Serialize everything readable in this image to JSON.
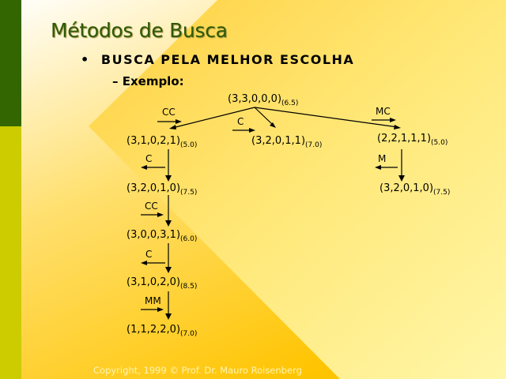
{
  "slide": {
    "title": "Métodos de Busca",
    "bullet": "BUSCA PELA MELHOR ESCOLHA",
    "bullet_marker": "•",
    "sub_bullet": "– Exemplo:",
    "footer": "Copyright, 1999 © Prof. Dr. Mauro Roisenberg"
  },
  "tree": {
    "nodes": [
      {
        "state": "(3,3,0,0,0)",
        "cost": "(6.5)"
      },
      {
        "state": "(3,1,0,2,1)",
        "cost": "(5.0)"
      },
      {
        "state": "(3,2,0,1,1)",
        "cost": "(7.0)"
      },
      {
        "state": "(2,2,1,1,1)",
        "cost": "(5.0)"
      },
      {
        "state": "(3,2,0,1,0)",
        "cost": "(7.5)"
      },
      {
        "state": "(3,2,0,1,0)",
        "cost": "(7.5)"
      },
      {
        "state": "(3,0,0,3,1)",
        "cost": "(6.0)"
      },
      {
        "state": "(3,1,0,2,0)",
        "cost": "(8.5)"
      },
      {
        "state": "(1,1,2,2,0)",
        "cost": "(7.0)"
      }
    ],
    "operators": [
      "CC",
      "C",
      "MC",
      "C",
      "M",
      "CC",
      "C",
      "MM"
    ]
  },
  "colors": {
    "title": "#2f5a05",
    "sidebar_top": "#336600",
    "sidebar_bottom": "#cccc00"
  }
}
